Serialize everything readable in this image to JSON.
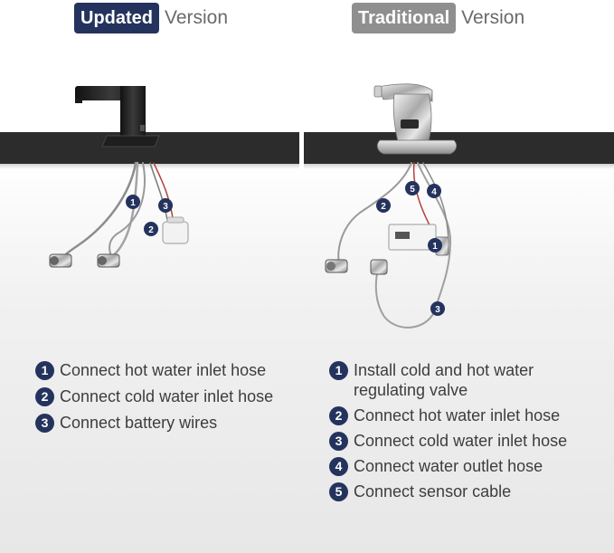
{
  "header_left": {
    "badge": "Updated",
    "word": "Version"
  },
  "header_right": {
    "badge": "Traditional",
    "word": "Version"
  },
  "colors": {
    "navy": "#24335e",
    "gray_badge": "#8f8f8f",
    "counter": "#2c2c2c",
    "text": "#3d3d3d"
  },
  "left_markers": [
    "1",
    "2",
    "3"
  ],
  "right_markers": [
    "5",
    "4",
    "2",
    "1",
    "3"
  ],
  "updated_steps": [
    {
      "num": "1",
      "text": "Connect hot water inlet hose"
    },
    {
      "num": "2",
      "text": "Connect cold water inlet hose"
    },
    {
      "num": "3",
      "text": "Connect battery wires"
    }
  ],
  "traditional_steps": [
    {
      "num": "1",
      "text": "Install cold and hot water regulating valve"
    },
    {
      "num": "2",
      "text": "Connect hot water inlet hose"
    },
    {
      "num": "3",
      "text": "Connect cold water inlet hose"
    },
    {
      "num": "4",
      "text": "Connect water outlet hose"
    },
    {
      "num": "5",
      "text": "Connect sensor cable"
    }
  ]
}
